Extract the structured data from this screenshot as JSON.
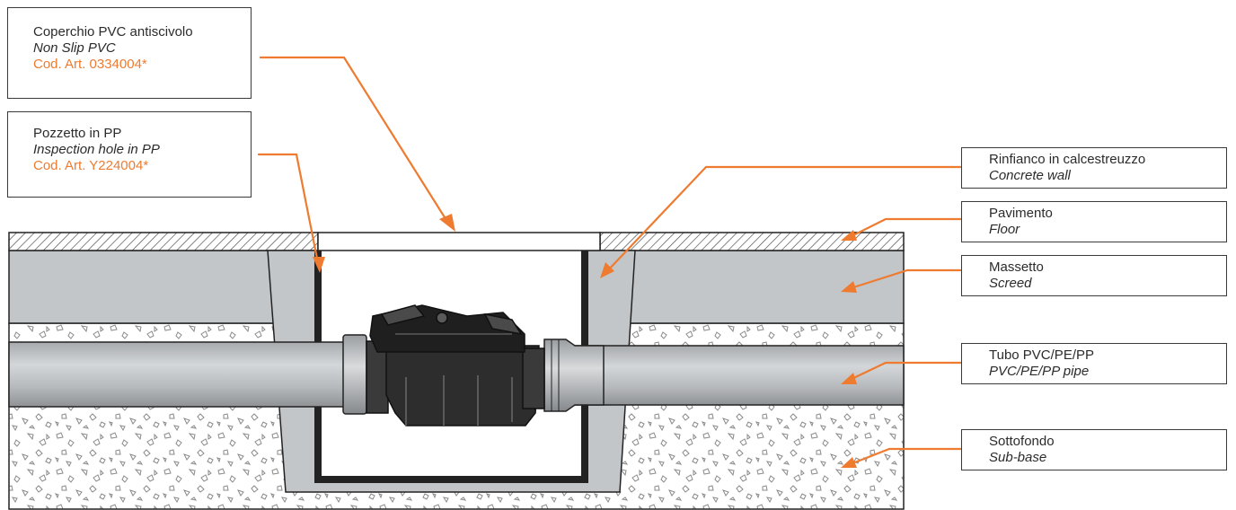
{
  "colors": {
    "accent": "#ee7b30",
    "screed": "#c3c6c9",
    "pipe": "#b9bcbf",
    "outline": "#222222",
    "text": "#2b2b2b"
  },
  "labels": {
    "cover": {
      "it": "Coperchio PVC antiscivolo",
      "en": "Non Slip PVC",
      "code": "Cod. Art. 0334004*"
    },
    "well": {
      "it": "Pozzetto in PP",
      "en": "Inspection hole in PP",
      "code": "Cod. Art. Y224004*"
    },
    "wall": {
      "it": "Rinfianco in calcestreuzzo",
      "en": "Concrete wall"
    },
    "floor": {
      "it": "Pavimento",
      "en": "Floor"
    },
    "screed": {
      "it": "Massetto",
      "en": "Screed"
    },
    "pipe": {
      "it": "Tubo PVC/PE/PP",
      "en": "PVC/PE/PP pipe"
    },
    "subbase": {
      "it": "Sottofondo",
      "en": "Sub-base"
    }
  }
}
